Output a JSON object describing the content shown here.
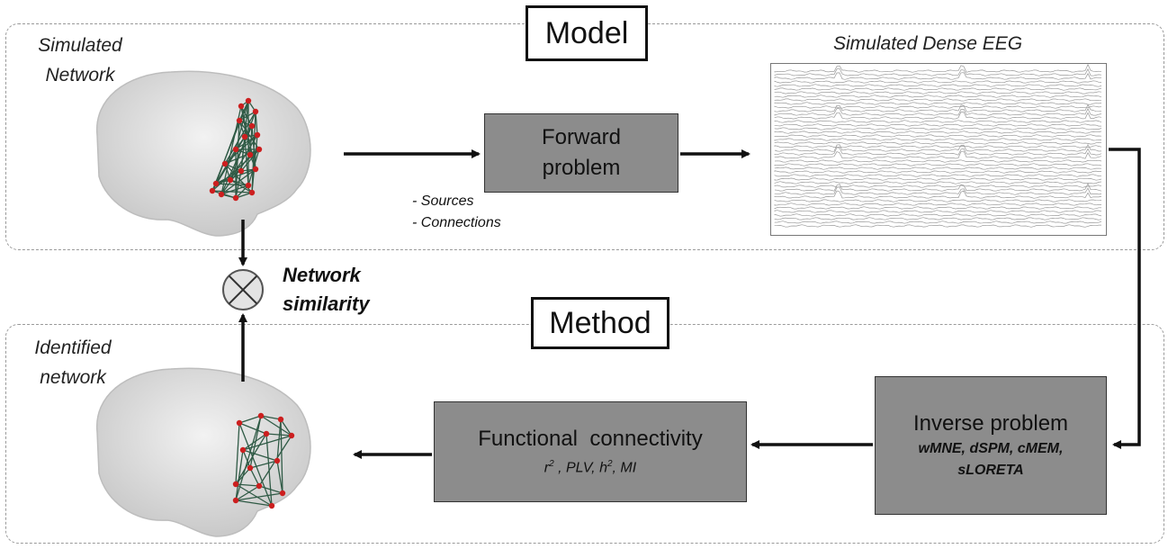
{
  "panels": {
    "model_title": "Model",
    "method_title": "Method"
  },
  "labels": {
    "simulated_network": [
      "Simulated",
      "Network"
    ],
    "identified_network": [
      "Identified",
      "network"
    ],
    "simulated_dense_eeg": "Simulated Dense EEG",
    "network_similarity": [
      "Network",
      "similarity"
    ]
  },
  "forward_problem": {
    "lines": [
      "Forward",
      "problem"
    ],
    "inputs": [
      "- Sources",
      "- Connections"
    ]
  },
  "inverse_problem": {
    "title": "Inverse problem",
    "methods": [
      "wMNE, dSPM, cMEM,",
      "sLORETA"
    ]
  },
  "functional_connectivity": {
    "title": "Functional  connectivity",
    "measures_parts": [
      "r",
      "2",
      " , PLV, h",
      "2",
      ", MI"
    ]
  },
  "icons": {
    "brain_top": "brain-with-network-icon",
    "brain_bottom": "brain-with-network-icon",
    "compare": "circle-times-icon"
  },
  "colors": {
    "box_fill": "#8c8c8c",
    "node": "#cc1f1f",
    "edge": "#2f5a45",
    "brain": "#d8d8d8"
  }
}
